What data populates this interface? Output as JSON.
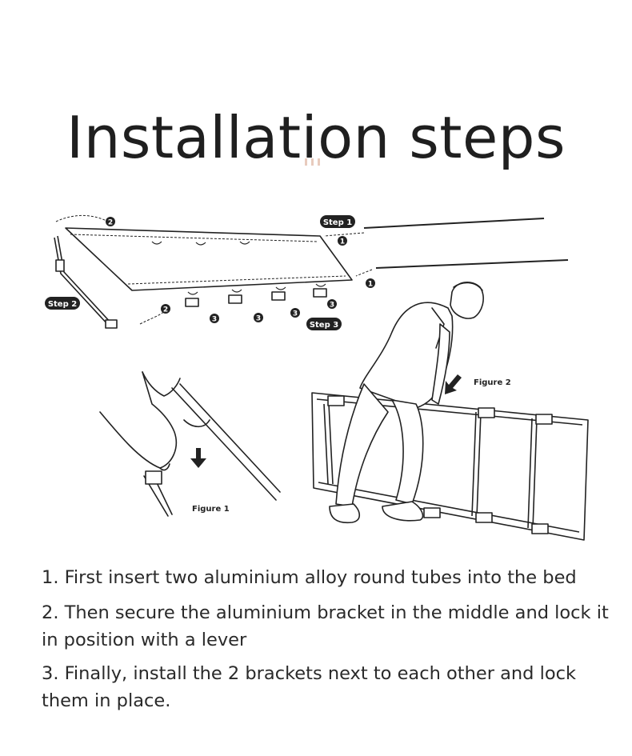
{
  "title": "Installation steps",
  "diagram": {
    "step_badges": [
      "Step 1",
      "Step 2",
      "Step 3"
    ],
    "markers": [
      "1",
      "2",
      "3"
    ],
    "figures": [
      "Figure 1",
      "Figure 2"
    ]
  },
  "steps": [
    "1. First insert two aluminium alloy round tubes into the bed",
    "2. Then secure the aluminium bracket in the middle and lock it in position with a lever",
    "3. Finally, install the 2 brackets next to each other and lock them in place."
  ],
  "colors": {
    "accent_mark": "#e8cbbd",
    "ink": "#222222"
  }
}
